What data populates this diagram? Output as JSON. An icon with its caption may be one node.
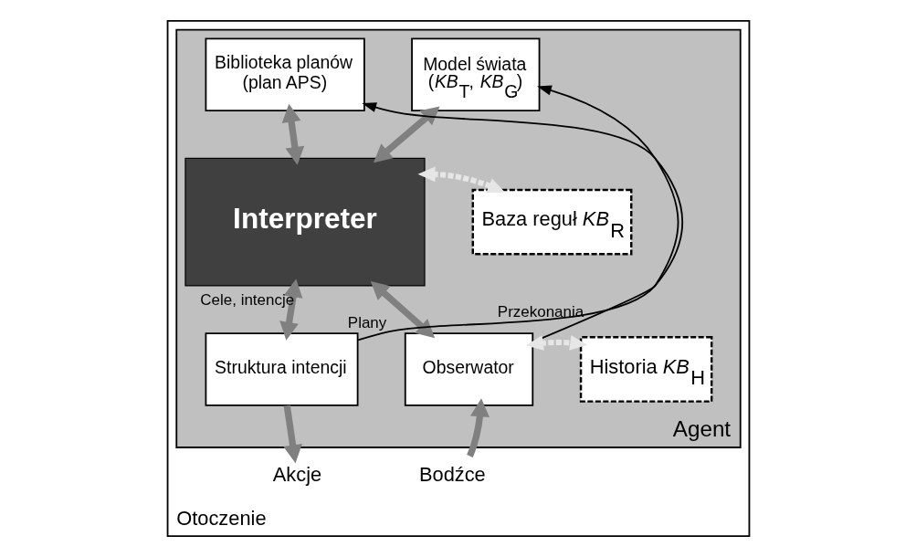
{
  "diagram": {
    "nodes": [
      {
        "text": [
          "Otoczenie"
        ]
      },
      {
        "text": [
          "Agent"
        ],
        "in": 0
      },
      {
        "text": [
          "Biblioteka planów",
          "(plan APS)"
        ],
        "in": 1
      },
      {
        "text": [
          "Model świata",
          "(*KB*$_{T}$, *KB*$_{G}$)"
        ],
        "in": 1
      },
      {
        "text": [
          "Interpreter"
        ],
        "in": 1
      },
      {
        "text": [
          "Baza reguł *KB*$_{R}$"
        ],
        "in": 1
      },
      {
        "text": [
          "Struktura intencji"
        ],
        "in": 1
      },
      {
        "text": [
          "Obserwator"
        ],
        "in": 1
      },
      {
        "text": [
          "Historia *KB*$_{H}$"
        ],
        "in": 1
      },
      {
        "text": [
          "Akcje"
        ],
        "in": 0
      },
      {
        "text": [
          "Bodźce"
        ],
        "in": 0
      }
    ],
    "edges": [
      {
        "from": 2,
        "to": 4,
        "arrow": "both"
      },
      {
        "from": 3,
        "to": 4,
        "arrow": "both"
      },
      {
        "from": 4,
        "to": 5,
        "arrow": "both",
        "style": "dashed",
        "color": "#e6e6e6"
      },
      {
        "from": 4,
        "to": 6,
        "arrow": "both",
        "label": "Cele, intencje"
      },
      {
        "from": 4,
        "to": 7,
        "arrow": "both"
      },
      {
        "from": 7,
        "to": 8,
        "arrow": "both",
        "style": "dashed",
        "color": "#e6e6e6"
      },
      {
        "from": 6,
        "to": 9,
        "arrow": "to"
      },
      {
        "from": 10,
        "to": 7,
        "arrow": "to"
      },
      {
        "from": 6,
        "to": 2,
        "arrow": "to",
        "label": "Plany",
        "color": "#000000"
      },
      {
        "from": 7,
        "to": 3,
        "arrow": "to",
        "label": "Przekonania",
        "color": "#000000"
      }
    ]
  }
}
